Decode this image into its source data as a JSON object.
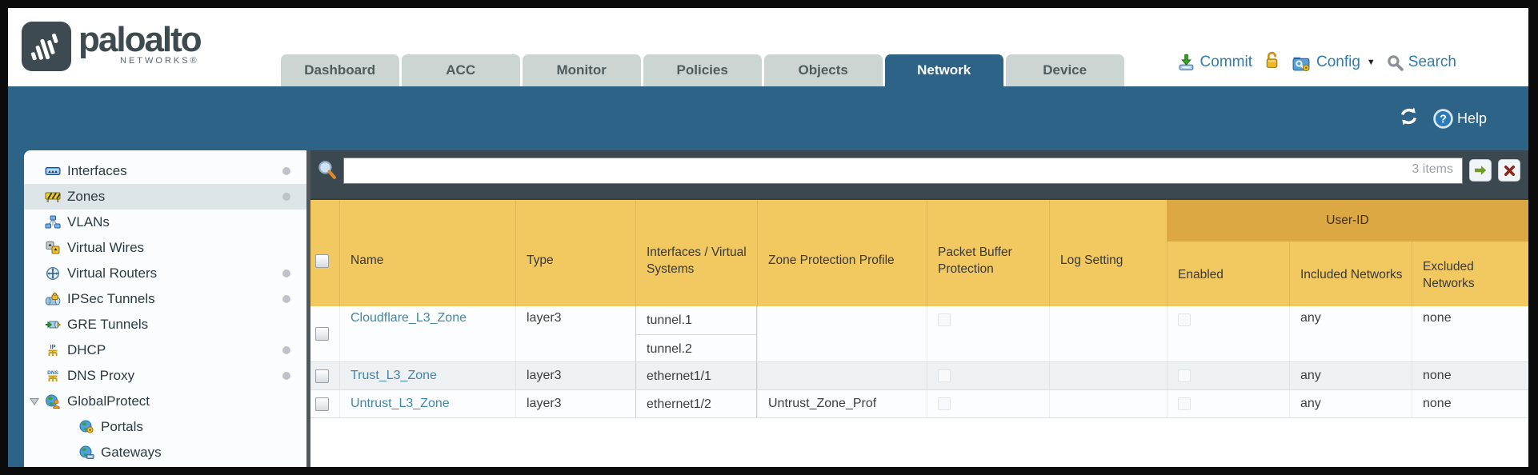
{
  "brand": {
    "name": "paloalto",
    "subtitle": "NETWORKS®"
  },
  "nav": {
    "tabs": [
      {
        "label": "Dashboard",
        "active": false
      },
      {
        "label": "ACC",
        "active": false
      },
      {
        "label": "Monitor",
        "active": false
      },
      {
        "label": "Policies",
        "active": false
      },
      {
        "label": "Objects",
        "active": false
      },
      {
        "label": "Network",
        "active": true
      },
      {
        "label": "Device",
        "active": false
      }
    ],
    "utilities": {
      "commit_label": "Commit",
      "config_label": "Config",
      "search_label": "Search"
    }
  },
  "toolbar": {
    "help_label": "Help"
  },
  "sidebar": {
    "items": [
      {
        "label": "Interfaces"
      },
      {
        "label": "Zones"
      },
      {
        "label": "VLANs"
      },
      {
        "label": "Virtual Wires"
      },
      {
        "label": "Virtual Routers"
      },
      {
        "label": "IPSec Tunnels"
      },
      {
        "label": "GRE Tunnels"
      },
      {
        "label": "DHCP"
      },
      {
        "label": "DNS Proxy"
      },
      {
        "label": "GlobalProtect"
      },
      {
        "label": "Portals"
      },
      {
        "label": "Gateways"
      }
    ],
    "selected": "Zones"
  },
  "filter": {
    "value": "",
    "count_label": "3 items"
  },
  "table": {
    "group_header": "User-ID",
    "columns": {
      "name": "Name",
      "type": "Type",
      "interfaces": "Interfaces / Virtual Systems",
      "zone_protection": "Zone Protection Profile",
      "packet_buffer": "Packet Buffer Protection",
      "log_setting": "Log Setting",
      "enabled": "Enabled",
      "included": "Included Networks",
      "excluded": "Excluded Networks"
    },
    "rows": [
      {
        "name": "Cloudflare_L3_Zone",
        "type": "layer3",
        "interfaces": [
          "tunnel.1",
          "tunnel.2"
        ],
        "zone_protection": "",
        "log_setting": "",
        "included": "any",
        "excluded": "none"
      },
      {
        "name": "Trust_L3_Zone",
        "type": "layer3",
        "interfaces": [
          "ethernet1/1"
        ],
        "zone_protection": "",
        "log_setting": "",
        "included": "any",
        "excluded": "none"
      },
      {
        "name": "Untrust_L3_Zone",
        "type": "layer3",
        "interfaces": [
          "ethernet1/2"
        ],
        "zone_protection": "Untrust_Zone_Prof",
        "log_setting": "",
        "included": "any",
        "excluded": "none"
      }
    ]
  },
  "colors": {
    "teal": "#2d6386",
    "header_amber": "#f2c860",
    "group_amber": "#dca843",
    "filter_slate": "#3c4850",
    "link_blue": "#4386a8",
    "tab_gray": "#cdd5d3"
  }
}
